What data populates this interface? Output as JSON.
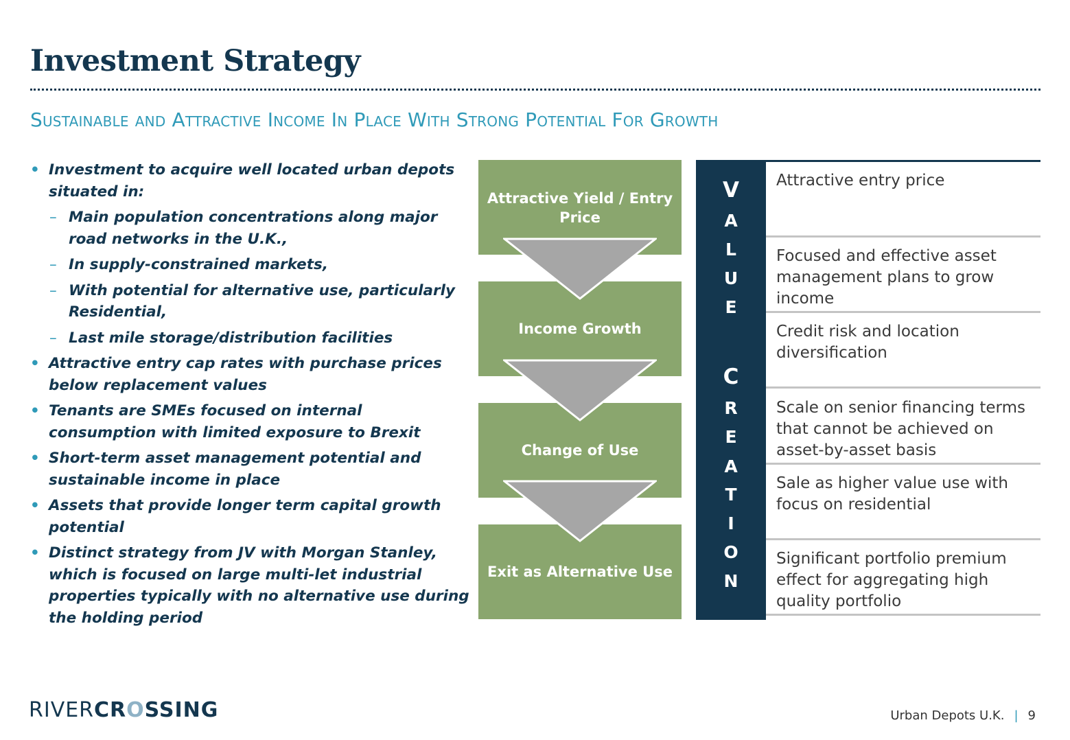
{
  "header": {
    "title": "Investment Strategy",
    "subtitle": "Sustainable and Attractive Income In Place With Strong Potential For Growth"
  },
  "bullets": [
    {
      "level": 1,
      "text": "Investment to acquire well located urban depots situated in:"
    },
    {
      "level": 2,
      "text": "Main population concentrations along major road networks in the U.K.,"
    },
    {
      "level": 2,
      "text": "In supply-constrained markets,"
    },
    {
      "level": 2,
      "text": "With potential for alternative use, particularly Residential,"
    },
    {
      "level": 2,
      "text": "Last mile storage/distribution facilities"
    },
    {
      "level": 1,
      "text": "Attractive entry cap rates with purchase prices below replacement values"
    },
    {
      "level": 1,
      "text": "Tenants are SMEs focused on internal consumption with limited exposure to Brexit"
    },
    {
      "level": 1,
      "text": "Short-term asset management potential and sustainable income in place"
    },
    {
      "level": 1,
      "text": "Assets that provide longer term capital growth potential"
    },
    {
      "level": 1,
      "text": "Distinct strategy from JV with Morgan Stanley, which is focused on large multi-let industrial properties typically with no alternative use during the holding period"
    }
  ],
  "bullet_markers": {
    "level1": "•",
    "level2": "–"
  },
  "flow": {
    "steps": [
      "Attractive Yield / Entry Price",
      "Income Growth",
      "Change of Use",
      "Exit as Alternative Use"
    ]
  },
  "value_creation": {
    "letters": [
      "V",
      "A",
      "L",
      "U",
      "E",
      "C",
      "R",
      "E",
      "A",
      "T",
      "I",
      "O",
      "N"
    ],
    "items": [
      "Attractive entry price",
      "Focused and effective asset management plans to grow income",
      "Credit risk and location diversification",
      "Scale on senior financing terms that cannot be achieved on asset-by-asset basis",
      "Sale as higher value use with focus on residential",
      "Significant portfolio premium effect for aggregating high quality portfolio"
    ]
  },
  "footer": {
    "logo_part1": "RIVER",
    "logo_part2a": "CR",
    "logo_part2o": "O",
    "logo_part2b": "SSING",
    "document_name": "Urban Depots U.K.",
    "separator": "|",
    "page_number": "9"
  },
  "colors": {
    "navy": "#14374f",
    "teal": "#2f9ab8",
    "green": "#8aa66e",
    "arrow_gray": "#a6a6a6",
    "divider_gray": "#c4c4c4"
  }
}
